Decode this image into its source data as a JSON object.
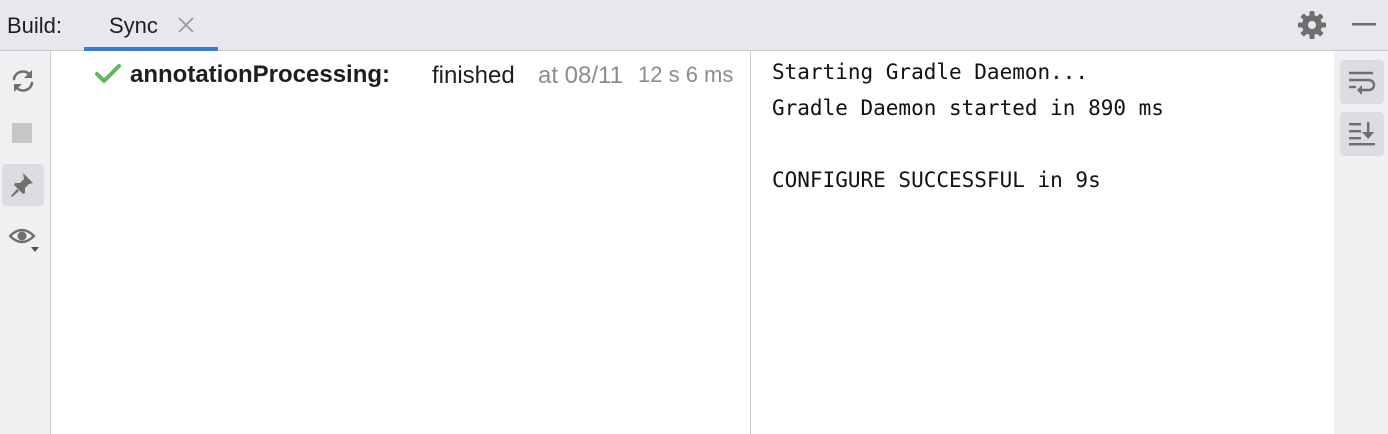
{
  "header": {
    "build_label": "Build:",
    "tab": {
      "label": "Sync"
    },
    "icons": [
      "close-icon",
      "gear-icon",
      "minimize-icon"
    ]
  },
  "left_toolbar": {
    "buttons": [
      {
        "name": "sync-icon",
        "active": false
      },
      {
        "name": "stop-icon",
        "active": false
      },
      {
        "name": "pin-icon",
        "active": true
      },
      {
        "name": "eye-filter-icon",
        "active": false
      }
    ]
  },
  "tree": {
    "rows": [
      {
        "task": "annotationProcessing:",
        "status": "finished",
        "time": "at 08/11",
        "duration": "12 s 6 ms"
      }
    ]
  },
  "console": {
    "lines": [
      "Starting Gradle Daemon...",
      "Gradle Daemon started in 890 ms",
      "",
      "CONFIGURE SUCCESSFUL in 9s"
    ]
  },
  "right_toolbar": {
    "buttons": [
      {
        "name": "soft-wrap-icon",
        "active": true
      },
      {
        "name": "scroll-to-end-icon",
        "active": true
      }
    ]
  },
  "colors": {
    "accent": "#3d7bd8",
    "success": "#5fb85a",
    "muted_text": "#8c8c8c",
    "header_bg": "#e6e8ee",
    "toolbar_bg": "#f0f0f2"
  }
}
